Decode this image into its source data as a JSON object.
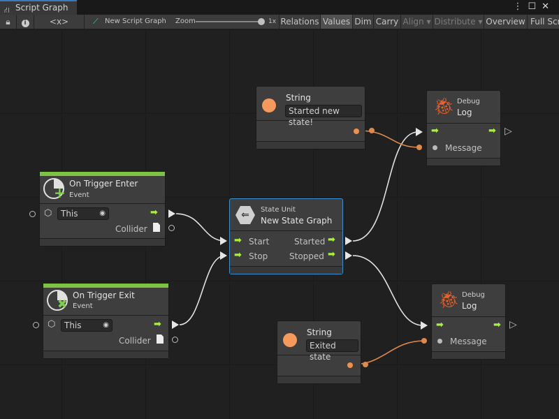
{
  "window": {
    "tab_title": "Script Graph",
    "tab_icon": "hierarchy-icon",
    "window_controls": [
      "more-icon",
      "maximize-icon",
      "close-icon"
    ]
  },
  "toolbar": {
    "lock_icon": "lock-icon",
    "info_icon": "info-icon",
    "variables_label": "<x>",
    "graph_name": "New Script Graph",
    "zoom_label": "Zoom",
    "zoom_value": "1x",
    "zoom_level": 1.0,
    "buttons": [
      {
        "label": "Relations",
        "state": "normal"
      },
      {
        "label": "Values",
        "state": "active"
      },
      {
        "label": "Dim",
        "state": "normal"
      },
      {
        "label": "Carry",
        "state": "normal"
      },
      {
        "label": "Align ▾",
        "state": "disabled"
      },
      {
        "label": "Distribute ▾",
        "state": "disabled"
      },
      {
        "label": "Overview",
        "state": "normal"
      },
      {
        "label": "Full Scr",
        "state": "normal"
      }
    ]
  },
  "nodes": {
    "string1": {
      "title": "String",
      "value": "Started new state!"
    },
    "string2": {
      "title": "String",
      "value": "Exited state"
    },
    "debug1": {
      "category": "Debug",
      "title": "Log",
      "port": "Message"
    },
    "debug2": {
      "category": "Debug",
      "title": "Log",
      "port": "Message"
    },
    "enter": {
      "title": "On Trigger Enter",
      "subtitle": "Event",
      "target": "This",
      "output": "Collider"
    },
    "exit": {
      "title": "On Trigger Exit",
      "subtitle": "Event",
      "target": "This",
      "output": "Collider"
    },
    "state": {
      "category": "State Unit",
      "title": "New  State  Graph",
      "inputs": [
        "Start",
        "Stop"
      ],
      "outputs": [
        "Started",
        "Stopped"
      ]
    }
  },
  "colors": {
    "flow_arrow": "#a7f040",
    "string_port": "#f0904a",
    "event_bar": "#7cc243",
    "selected_border": "#3a8fd0",
    "debug_icon": "#f0602a"
  }
}
